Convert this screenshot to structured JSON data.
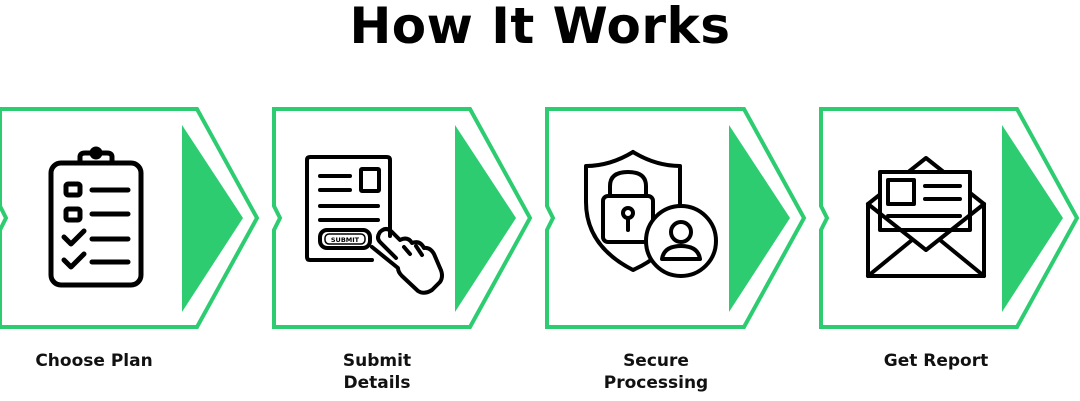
{
  "title": "How It Works",
  "accent_color": "#2ecc71",
  "steps": [
    {
      "label_lines": [
        "Choose Plan"
      ],
      "icon": "clipboard-checklist-icon"
    },
    {
      "label_lines": [
        "Submit",
        "Details"
      ],
      "icon": "submit-form-hand-icon",
      "icon_text": "SUBMIT"
    },
    {
      "label_lines": [
        "Secure",
        "Processing"
      ],
      "icon": "shield-lock-user-icon"
    },
    {
      "label_lines": [
        "Get Report"
      ],
      "icon": "envelope-report-icon"
    }
  ]
}
